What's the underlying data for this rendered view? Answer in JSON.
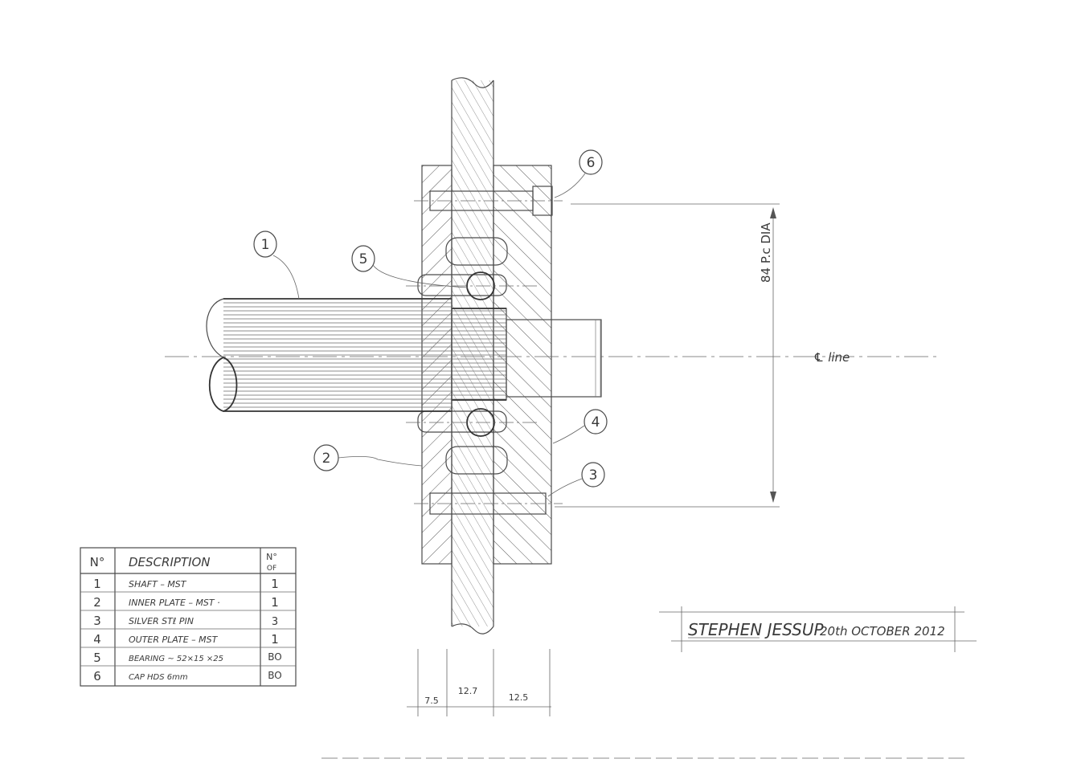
{
  "parts_table": {
    "headers": {
      "no": "N°",
      "description": "DESCRIPTION",
      "qty_line1": "N°",
      "qty_line2": "OF"
    },
    "rows": [
      {
        "no": "1",
        "description": "SHAFT – MST",
        "qty": "1"
      },
      {
        "no": "2",
        "description": "INNER PLATE – MST ·",
        "qty": "1"
      },
      {
        "no": "3",
        "description": "SILVER STℓ PIN",
        "qty": "3"
      },
      {
        "no": "4",
        "description": "OUTER PLATE – MST",
        "qty": "1"
      },
      {
        "no": "5",
        "description": "BEARING ~ 52×15 ×25",
        "qty": "BO"
      },
      {
        "no": "6",
        "description": "CAP HDS   6mm",
        "qty": "BO"
      }
    ]
  },
  "title_block": {
    "name": "STEPHEN   JESSUP",
    "date": "20th OCTOBER 2012"
  },
  "balloons": [
    "1",
    "2",
    "3",
    "4",
    "5",
    "6"
  ],
  "dimensions": {
    "pcd": "84 P.c DIA",
    "width_left": "7.5",
    "width_mid": "12.7",
    "width_right": "12.5"
  },
  "centre_line_label": "℄ line"
}
